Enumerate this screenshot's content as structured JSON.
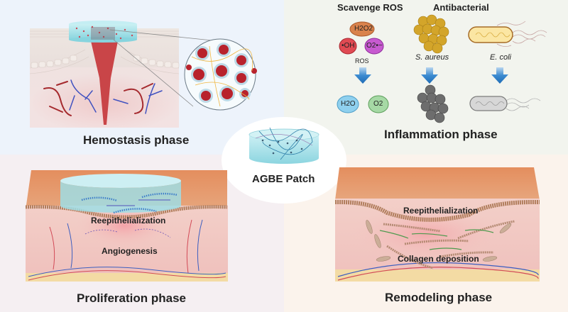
{
  "phases": {
    "hemostasis": {
      "title": "Hemostasis phase"
    },
    "inflammation": {
      "title": "Inflammation phase",
      "scavenge_heading": "Scavenge ROS",
      "antibacterial_heading": "Antibacterial",
      "ros_species": [
        "H2O2",
        "•OH",
        "O2•−"
      ],
      "ros_label": "ROS",
      "products": [
        "H2O",
        "O2"
      ],
      "bacteria": [
        "S. aureus",
        "E. coli"
      ]
    },
    "proliferation": {
      "title": "Proliferation phase",
      "labels": [
        "Reepithelialization",
        "Angiogenesis"
      ]
    },
    "remodeling": {
      "title": "Remodeling phase",
      "labels": [
        "Reepithelialization",
        "Collagen deposition"
      ]
    }
  },
  "center": {
    "label": "AGBE Patch"
  },
  "colors": {
    "arrow": "#2a78c2",
    "blood": "#c0323a",
    "vein": "#3d5fc4",
    "patch": "#a8e4ea",
    "skin_top": "#e39a6c",
    "dermis": "#f1c7c2",
    "fat": "#f3dba4"
  }
}
